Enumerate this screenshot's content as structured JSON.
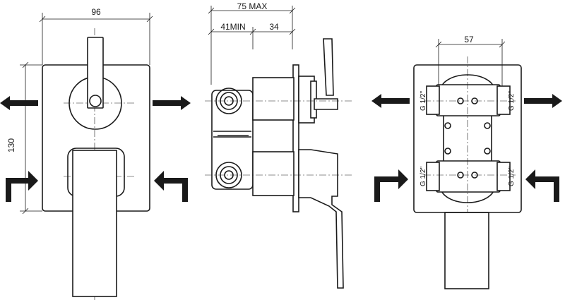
{
  "dimensions": {
    "front_width": "96",
    "front_height": "130",
    "side_overall": "75 MAX",
    "side_min": "41MIN",
    "side_depth": "34",
    "rear_width": "57"
  },
  "thread_labels": {
    "rear_top_left": "G 1/2\"",
    "rear_top_right": "G 1/2\"",
    "rear_bottom_left": "G 1/2\"",
    "rear_bottom_right": "G 1/2\""
  }
}
